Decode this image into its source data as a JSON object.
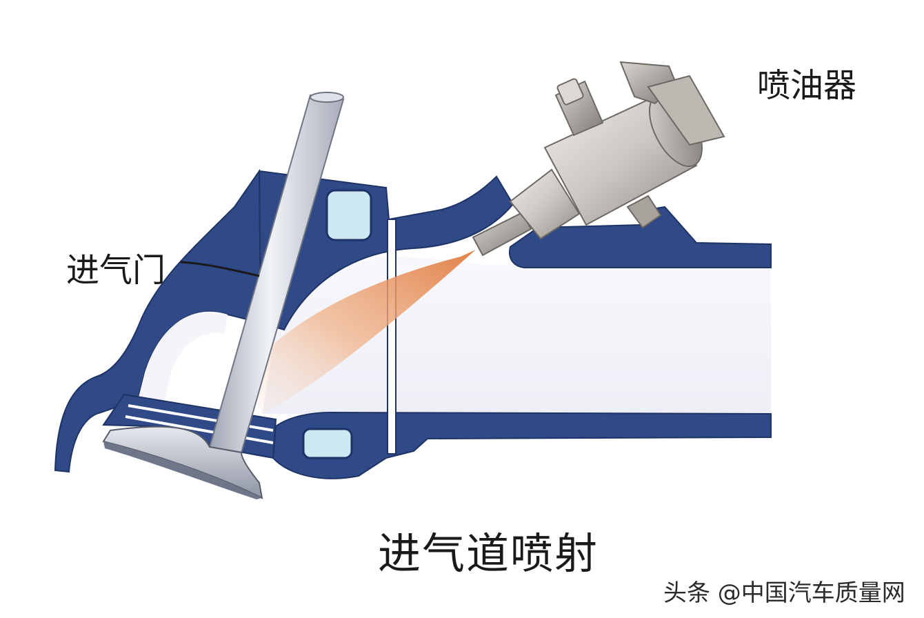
{
  "labels": {
    "injector": "喷油器",
    "intake_valve": "进气门",
    "title": "进气道喷射"
  },
  "watermark": "头条 @中国汽车质量网",
  "colors": {
    "casting": "#2f4a86",
    "casting_edge": "#1e3366",
    "port_interior": "#f5f5fb",
    "coolant": "#cde8f3",
    "valve_metal": "#c9cdd6",
    "injector_metal": "#c8c4bf",
    "spray": "#e59a63"
  }
}
